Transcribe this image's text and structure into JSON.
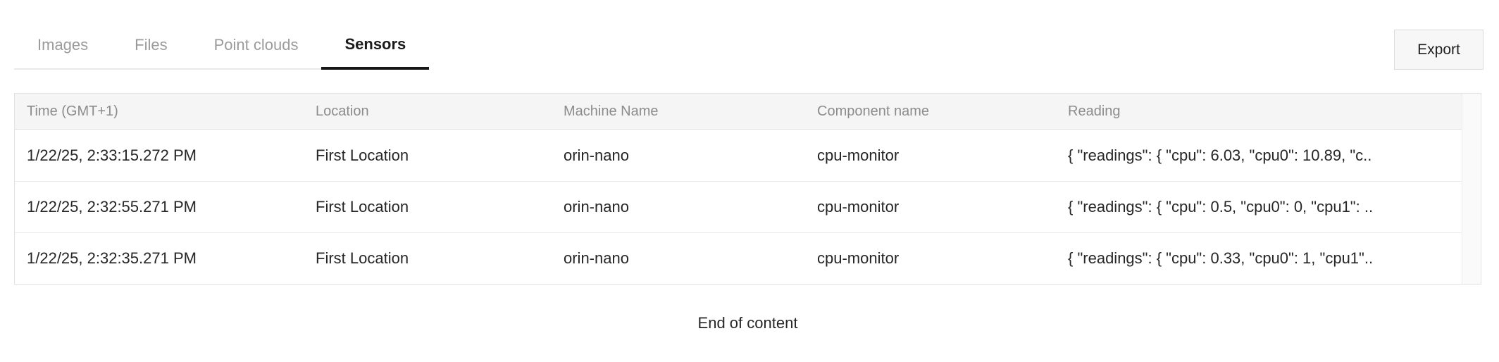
{
  "tabs": [
    {
      "label": "Images",
      "active": false
    },
    {
      "label": "Files",
      "active": false
    },
    {
      "label": "Point clouds",
      "active": false
    },
    {
      "label": "Sensors",
      "active": true
    }
  ],
  "export_button": {
    "label": "Export"
  },
  "table": {
    "columns": [
      "Time (GMT+1)",
      "Location",
      "Machine Name",
      "Component name",
      "Reading"
    ],
    "rows": [
      {
        "time": "1/22/25, 2:33:15.272 PM",
        "location": "First Location",
        "machine_name": "orin-nano",
        "component_name": "cpu-monitor",
        "reading": "{ \"readings\": { \"cpu\": 6.03, \"cpu0\": 10.89, \"c.."
      },
      {
        "time": "1/22/25, 2:32:55.271 PM",
        "location": "First Location",
        "machine_name": "orin-nano",
        "component_name": "cpu-monitor",
        "reading": "{ \"readings\": { \"cpu\": 0.5, \"cpu0\": 0, \"cpu1\": .."
      },
      {
        "time": "1/22/25, 2:32:35.271 PM",
        "location": "First Location",
        "machine_name": "orin-nano",
        "component_name": "cpu-monitor",
        "reading": "{ \"readings\": { \"cpu\": 0.33, \"cpu0\": 1, \"cpu1\".."
      }
    ]
  },
  "footer": {
    "end_of_content": "End of content"
  },
  "colors": {
    "active_tab_text": "#1c1c1c",
    "inactive_tab_text": "#9b9b9b",
    "active_tab_underline": "#161616",
    "tab_bar_baseline": "#e9e9e9",
    "header_bg": "#f5f5f5",
    "header_text": "#8c8c8c",
    "table_border": "#e2e2e2",
    "row_divider": "#e7eaec",
    "cell_text": "#262626",
    "export_bg": "#f7f7f7",
    "export_border": "#dcdcdc",
    "scroll_gutter_bg": "#fafafa"
  }
}
